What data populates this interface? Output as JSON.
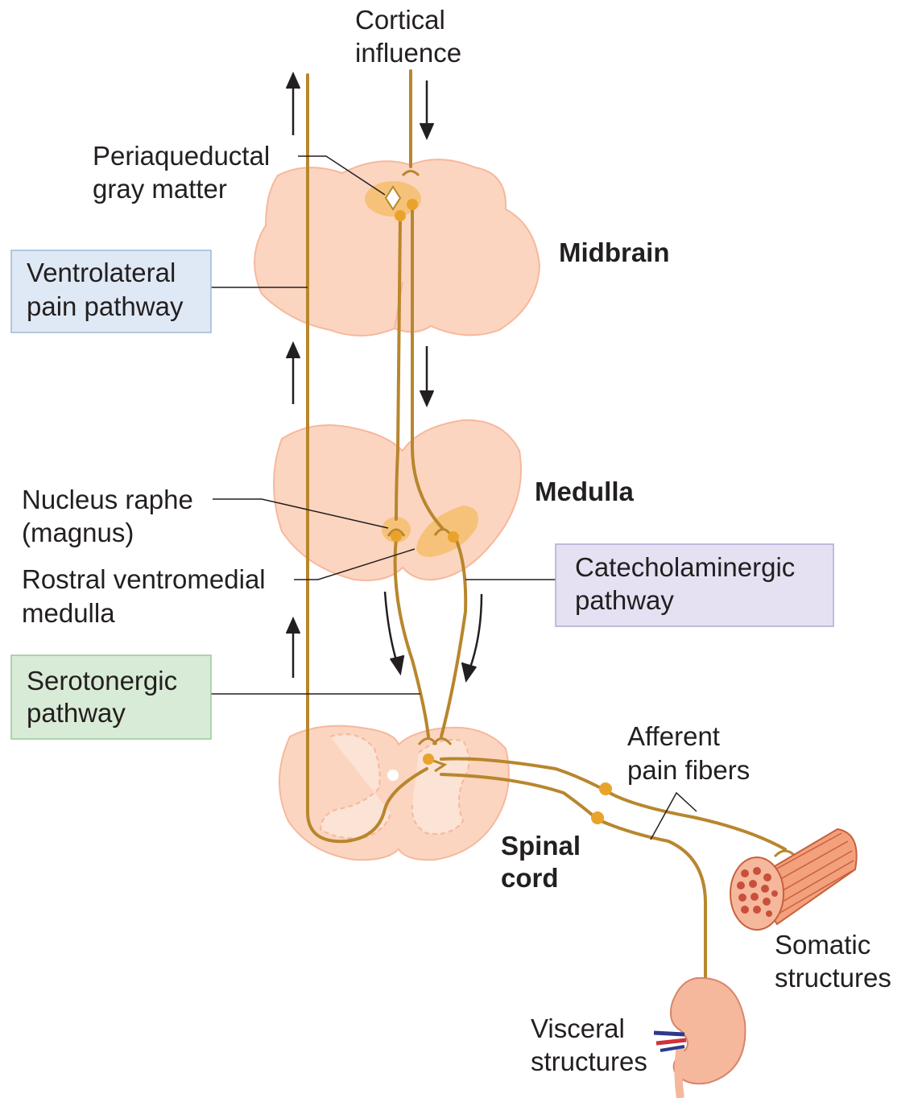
{
  "labels": {
    "cortical_line1": "Cortical",
    "cortical_line2": "influence",
    "periaqueductal_line1": "Periaqueductal",
    "periaqueductal_line2": "gray matter",
    "midbrain": "Midbrain",
    "medulla": "Medulla",
    "nucleus_raphe_line1": "Nucleus raphe",
    "nucleus_raphe_line2": "(magnus)",
    "rostral_line1": "Rostral ventromedial",
    "rostral_line2": "medulla",
    "afferent_line1": "Afferent",
    "afferent_line2": "pain fibers",
    "spinal_line1": "Spinal",
    "spinal_line2": "cord",
    "somatic_line1": "Somatic",
    "somatic_line2": "structures",
    "visceral_line1": "Visceral",
    "visceral_line2": "structures"
  },
  "boxes": {
    "ventrolateral": {
      "line1": "Ventrolateral",
      "line2": "pain pathway",
      "fill": "#dfe9f5",
      "stroke": "#9db7d9"
    },
    "catecholaminergic": {
      "line1": "Catecholaminergic",
      "line2": "pathway",
      "fill": "#e6e1f2",
      "stroke": "#b2a8d4"
    },
    "serotonergic": {
      "line1": "Serotonergic",
      "line2": "pathway",
      "fill": "#d8ebd6",
      "stroke": "#9cc996"
    }
  },
  "colors": {
    "tissue": "#fcd5c1",
    "tissue_edge": "#f6b89c",
    "nerve": "#b8862d",
    "nucleus": "#f6c27a",
    "dot": "#eaa32a",
    "leader": "#231f20"
  }
}
